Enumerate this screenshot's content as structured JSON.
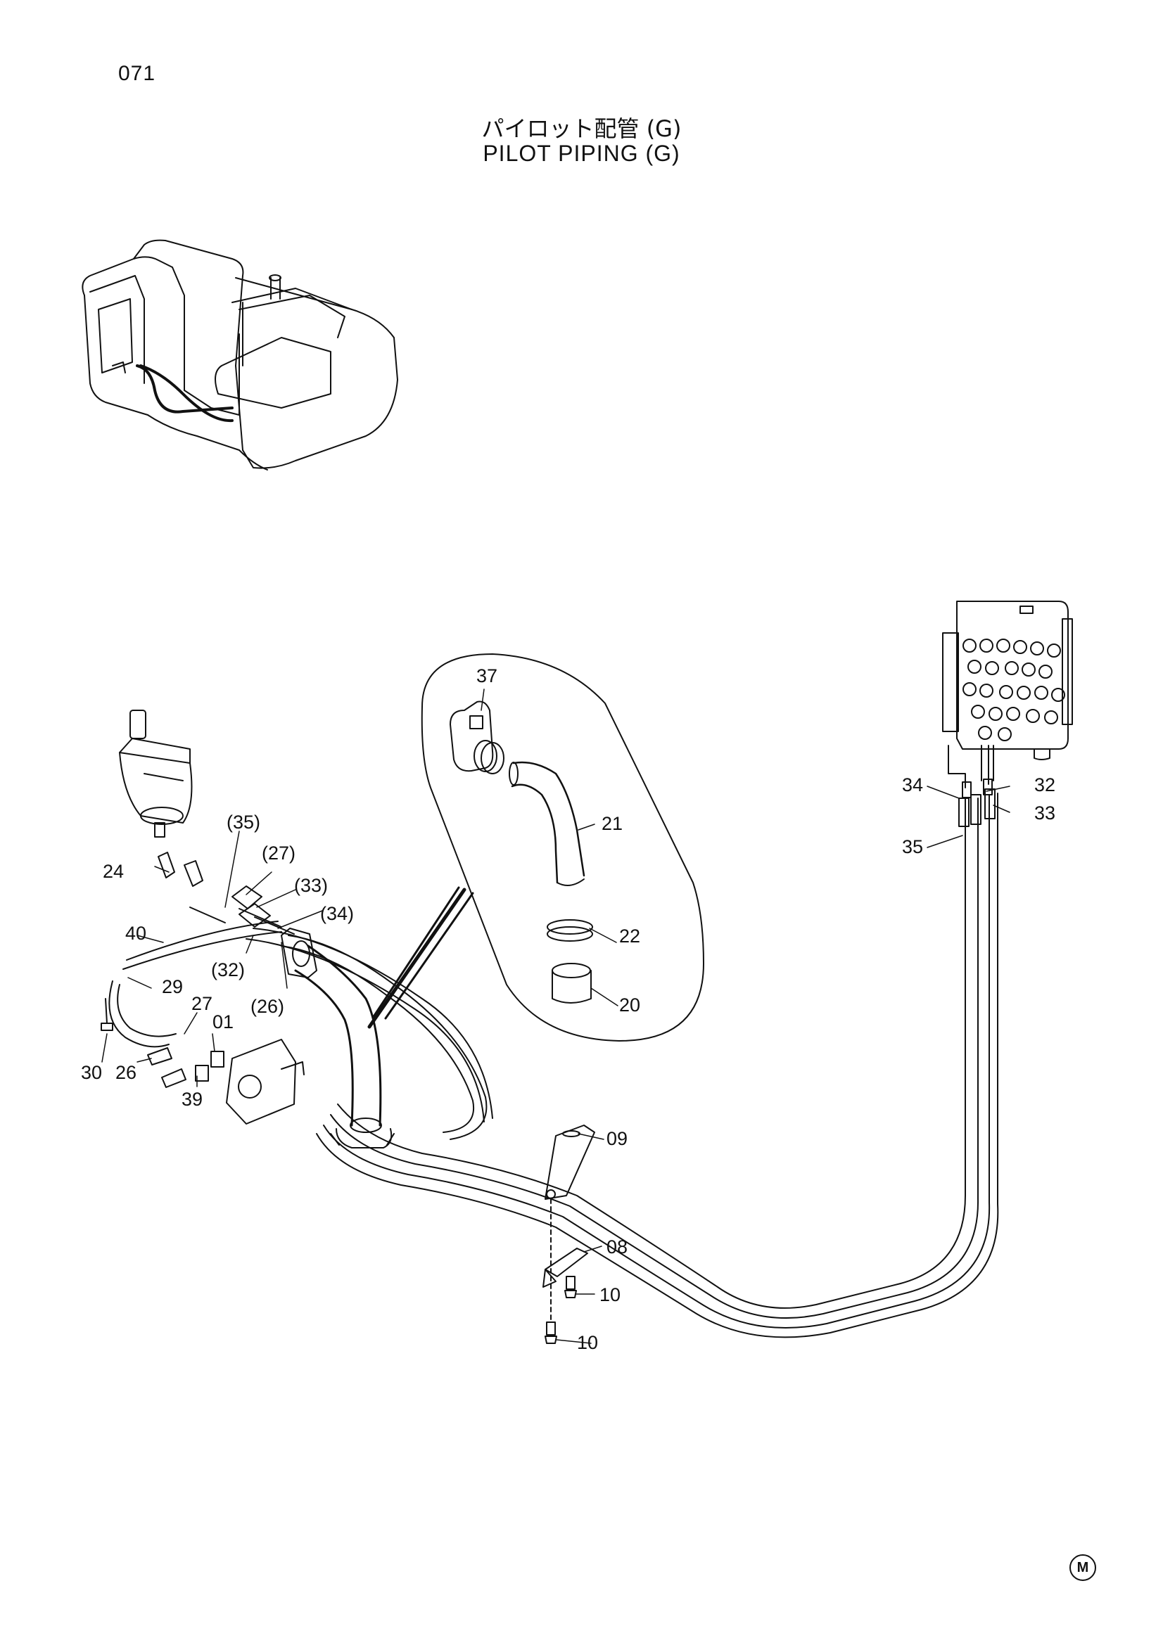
{
  "page_number": "071",
  "title_jp": "パイロット配管 (G)",
  "title_en": "PILOT PIPING (G)",
  "corner_mark": "M",
  "callouts": [
    {
      "id": "c37",
      "label": "37"
    },
    {
      "id": "c21",
      "label": "21"
    },
    {
      "id": "c22",
      "label": "22"
    },
    {
      "id": "c20",
      "label": "20"
    },
    {
      "id": "c35p",
      "label": "(35)"
    },
    {
      "id": "c27p",
      "label": "(27)"
    },
    {
      "id": "c33p",
      "label": "(33)"
    },
    {
      "id": "c34p",
      "label": "(34)"
    },
    {
      "id": "c24",
      "label": "24"
    },
    {
      "id": "c40",
      "label": "40"
    },
    {
      "id": "c32p",
      "label": "(32)"
    },
    {
      "id": "c29",
      "label": "29"
    },
    {
      "id": "c26p",
      "label": "(26)"
    },
    {
      "id": "c27",
      "label": "27"
    },
    {
      "id": "c01",
      "label": "01"
    },
    {
      "id": "c30",
      "label": "30"
    },
    {
      "id": "c26",
      "label": "26"
    },
    {
      "id": "c39",
      "label": "39"
    },
    {
      "id": "c09",
      "label": "09"
    },
    {
      "id": "c08",
      "label": "08"
    },
    {
      "id": "c10a",
      "label": "10"
    },
    {
      "id": "c10b",
      "label": "10"
    },
    {
      "id": "c34",
      "label": "34"
    },
    {
      "id": "c32",
      "label": "32"
    },
    {
      "id": "c33",
      "label": "33"
    },
    {
      "id": "c35",
      "label": "35"
    }
  ]
}
